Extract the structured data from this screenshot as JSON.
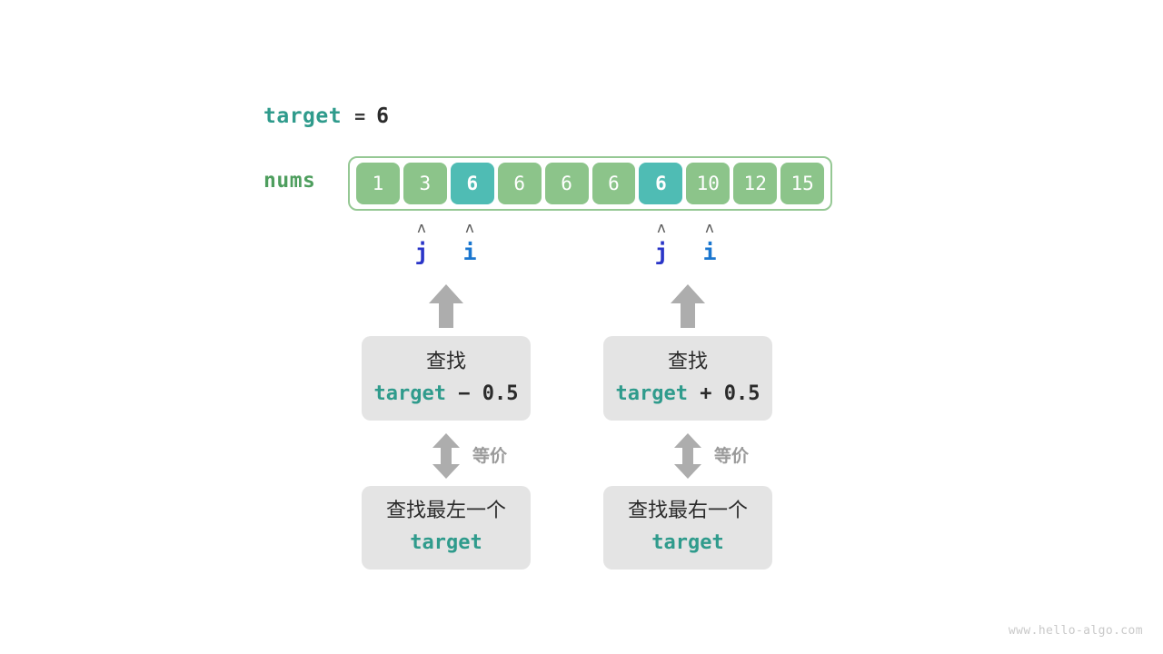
{
  "diagram": {
    "title_expr": {
      "var_name": "target",
      "equals": "=",
      "value": "6"
    },
    "array": {
      "label": "nums",
      "cells": [
        {
          "value": "1",
          "highlight": false
        },
        {
          "value": "3",
          "highlight": false
        },
        {
          "value": "6",
          "highlight": true
        },
        {
          "value": "6",
          "highlight": false
        },
        {
          "value": "6",
          "highlight": false
        },
        {
          "value": "6",
          "highlight": false
        },
        {
          "value": "6",
          "highlight": true
        },
        {
          "value": "10",
          "highlight": false
        },
        {
          "value": "12",
          "highlight": false
        },
        {
          "value": "15",
          "highlight": false
        }
      ]
    },
    "pointers": [
      {
        "name": "j",
        "caret": "ʌ",
        "index": 1,
        "group": "left"
      },
      {
        "name": "i",
        "caret": "ʌ",
        "index": 2,
        "group": "left"
      },
      {
        "name": "j",
        "caret": "ʌ",
        "index": 6,
        "group": "right"
      },
      {
        "name": "i",
        "caret": "ʌ",
        "index": 7,
        "group": "right"
      }
    ],
    "columns": [
      {
        "id": "left",
        "top_box": {
          "line1": "查找",
          "expr_var": "target",
          "expr_op": " − 0.5"
        },
        "equiv_label": "等价",
        "bottom_box": {
          "line1": "查找最左一个",
          "expr_var": "target",
          "expr_op": ""
        }
      },
      {
        "id": "right",
        "top_box": {
          "line1": "查找",
          "expr_var": "target",
          "expr_op": " + 0.5"
        },
        "equiv_label": "等价",
        "bottom_box": {
          "line1": "查找最右一个",
          "expr_var": "target",
          "expr_op": ""
        }
      }
    ],
    "watermark": "www.hello-algo.com",
    "colors": {
      "cell_normal": "#8cc48a",
      "cell_highlight": "#4fbcb4",
      "array_border": "#95c894",
      "target_text": "#2f9b8c",
      "nums_text": "#4e9e5e",
      "pointer_j": "#2a35c8",
      "pointer_i": "#1a76cf",
      "box_bg": "#e4e4e4",
      "arrow_gray": "#adadad",
      "watermark": "#c9c9c9",
      "background": "#ffffff"
    }
  }
}
